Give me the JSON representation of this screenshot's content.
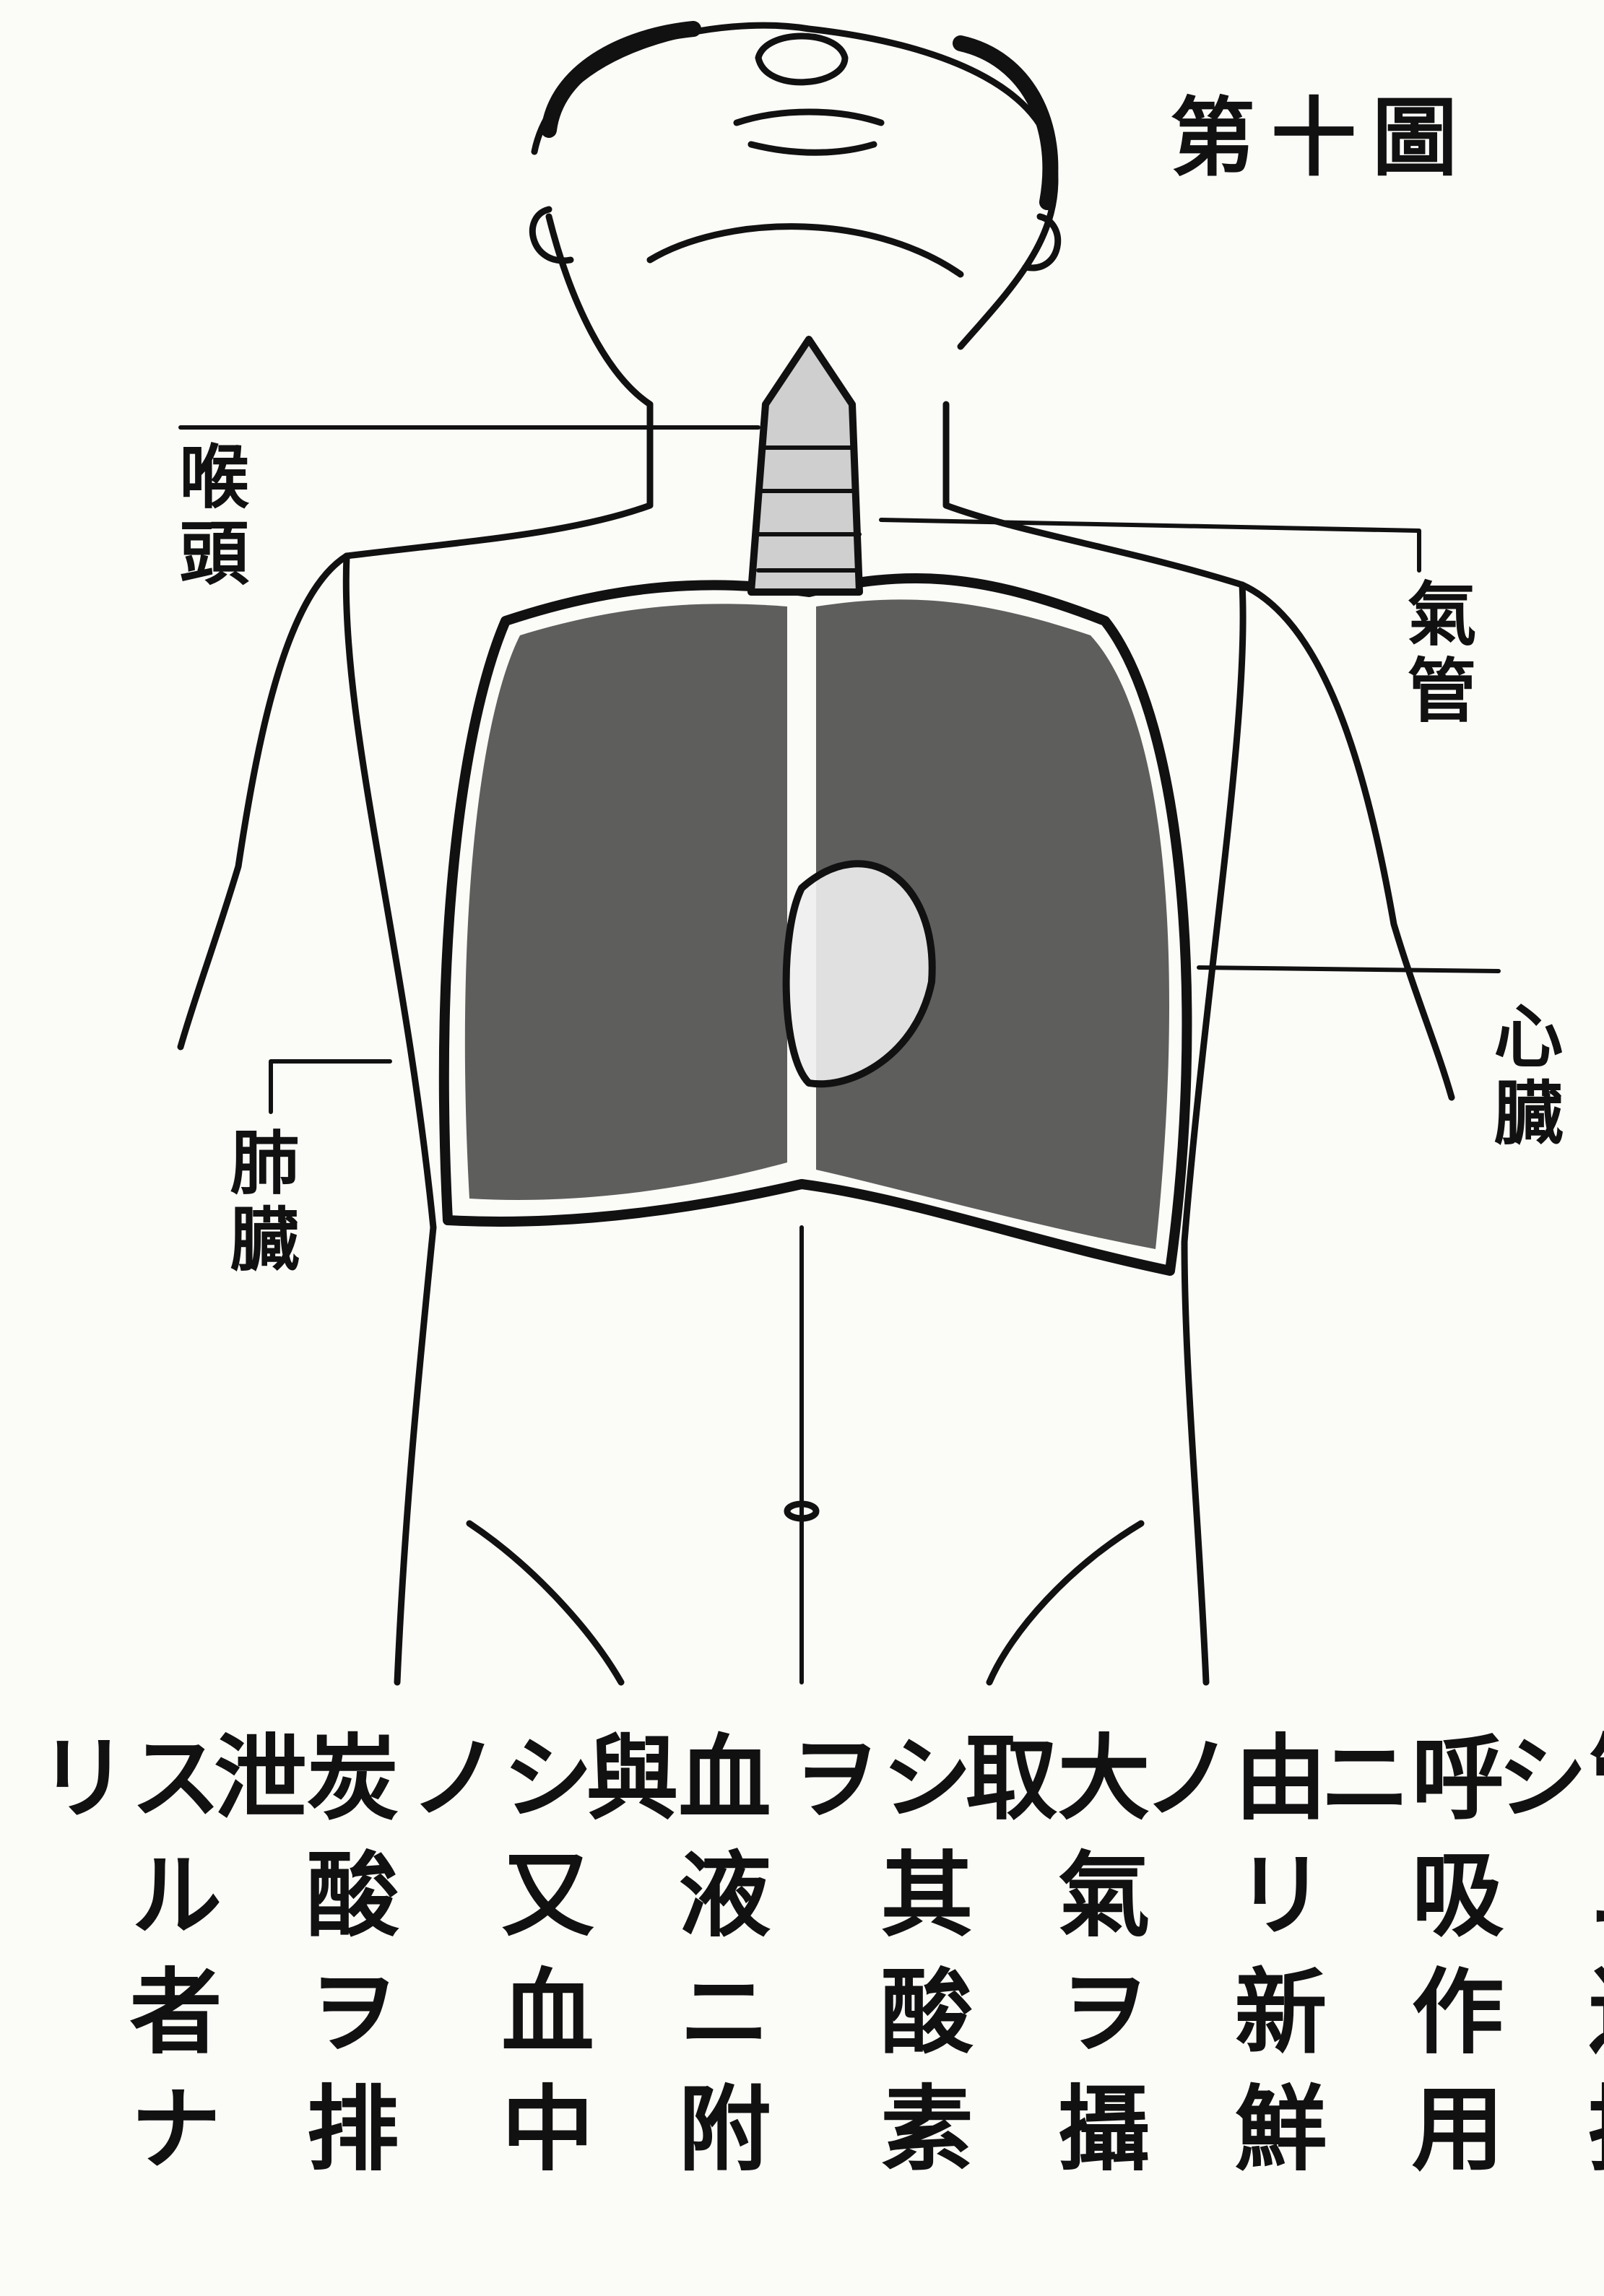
{
  "figure": {
    "title": "第十圖",
    "labels": {
      "larynx": "喉頭",
      "trachea": "氣管",
      "heart": "心臓",
      "lungs": "肺臓"
    }
  },
  "caption": {
    "columns": [
      "管ニ連接シ",
      "呼吸作用ニ",
      "由リ新鮮ノ",
      "大氣ヲ攝取",
      "シ其酸素ヲ",
      "血液ニ附與",
      "シ又血中ノ",
      "炭酸ヲ排泄",
      "スル者ナリ"
    ]
  }
}
